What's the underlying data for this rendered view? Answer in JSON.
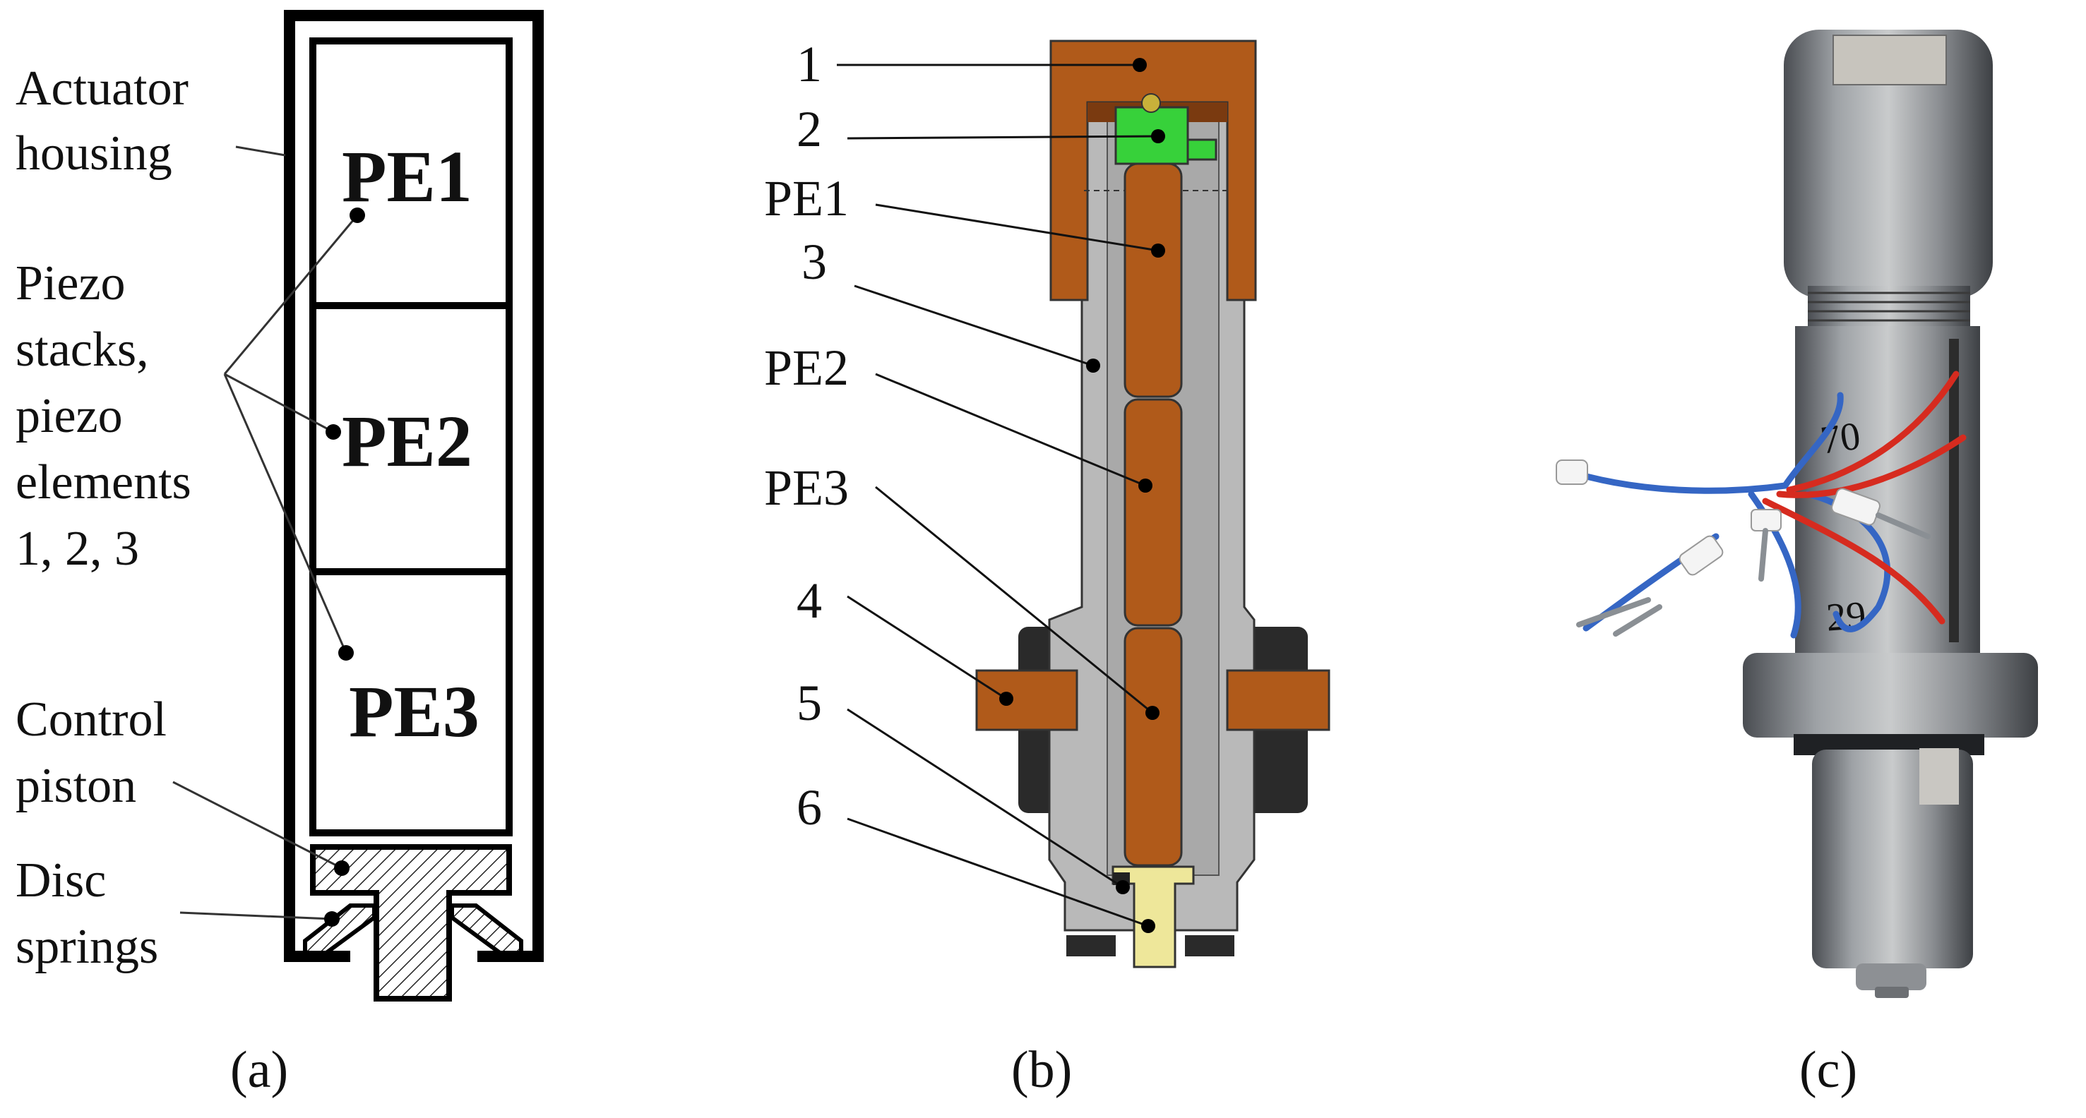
{
  "panel_a": {
    "caption": "(a)",
    "callouts": {
      "housing": [
        "Actuator",
        "housing"
      ],
      "stacks": [
        "Piezo",
        "stacks,",
        "piezo",
        "elements",
        "1, 2, 3"
      ],
      "piston": [
        "Control",
        "piston"
      ],
      "springs": [
        "Disc",
        "springs"
      ]
    },
    "stack_labels": [
      "PE1",
      "PE2",
      "PE3"
    ]
  },
  "panel_b": {
    "caption": "(b)",
    "callouts": [
      "1",
      "2",
      "PE1",
      "3",
      "PE2",
      "PE3",
      "4",
      "5",
      "6"
    ]
  },
  "panel_c": {
    "caption": "(c)",
    "marker_text": [
      "70",
      "29"
    ]
  },
  "colors": {
    "copper": "#b05a1a",
    "steel": "#b8b8b8",
    "green": "#37d13a",
    "yellow_tip": "#eee79a",
    "dark_ring": "#2a2a2a"
  }
}
